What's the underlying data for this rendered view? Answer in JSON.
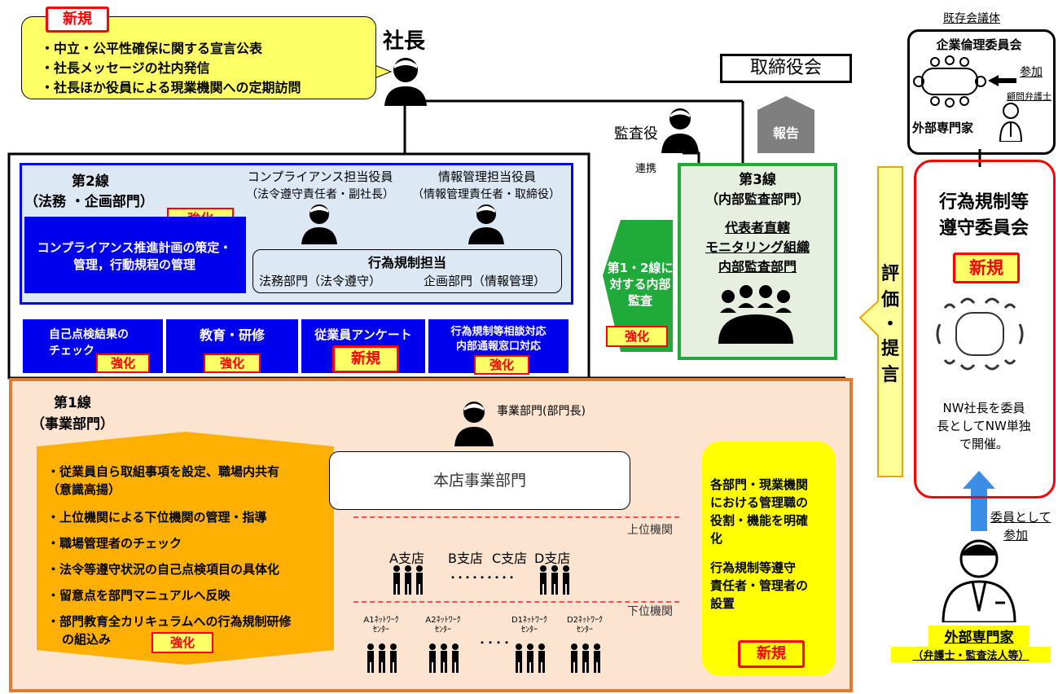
{
  "callout": {
    "tag": "新規",
    "lines": [
      "・中立・公平性確保に関する宣言公表",
      "・社長メッセージの社内発信",
      "・社長ほか役員による現業機関への定期訪問"
    ]
  },
  "president": "社長",
  "board": "取締役会",
  "report": "報告",
  "auditor": "監査役",
  "renkei": "連携",
  "line2": {
    "title": "第2線",
    "subtitle": "（法務 ・企画部門）",
    "tag": "強化",
    "box_text": "コンプライアンス推進計画の策定・管理，行動規程の管理",
    "officer1_l1": "コンプライアンス担当役員",
    "officer1_l2": "（法令遵守責任者・副社長）",
    "officer2_l1": "情報管理担当役員",
    "officer2_l2": "（情報管理責任者・取締役）",
    "reg_title": "行為規制担当",
    "dept1": "法務部門（法令遵守）",
    "dept2": "企画部門（情報管理）"
  },
  "blue_boxes": [
    {
      "l1": "自己点検結果の",
      "l2": "チェック",
      "tag": "強化"
    },
    {
      "l1": "教育・研修",
      "l2": "",
      "tag": "強化"
    },
    {
      "l1": "従業員アンケート",
      "l2": "",
      "tag": "新規"
    },
    {
      "l1": "行為規制等相談対応",
      "l2": "内部通報窓口対応",
      "tag": "強化"
    }
  ],
  "green_arrow": {
    "l1": "第1・2線に",
    "l2": "対する内部",
    "l3": "監査",
    "tag": "強化"
  },
  "line3": {
    "title": "第3線",
    "subtitle": "（内部監査部門）",
    "l1": "代表者直轄",
    "l2": "モニタリング組織",
    "l3": "内部監査部門"
  },
  "eval_arrow": [
    "評",
    "価",
    "・",
    "提",
    "言"
  ],
  "existing": {
    "caption": "既存会議体",
    "committee": "企業倫理委員会",
    "join": "参加",
    "advisor": "顧問弁護士",
    "expert": "外部専門家"
  },
  "compliance_committee": {
    "title_l1": "行為規制等",
    "title_l2": "遵守委員会",
    "tag": "新規",
    "desc_l1": "NW社長を委員",
    "desc_l2": "長としてNW単独",
    "desc_l3": "で開催。"
  },
  "member_join": {
    "l1": "委員として",
    "l2": "参加"
  },
  "outside_expert": {
    "name": "外部専門家",
    "sub": "（弁護士・監査法人等）"
  },
  "line1": {
    "title": "第1線",
    "subtitle": "（事業部門）",
    "items": [
      "・従業員自ら取組事項を設定、職場内共有",
      "（意識高揚）",
      "・上位機関による下位機関の管理・指導",
      "・職場管理者のチェック",
      "・法令等遵守状況の自己点検項目の具体化",
      "・留意点を部門マニュアルへ反映",
      "・部門教育全カリキュラムへの行為規制研修",
      "の組込み"
    ],
    "tag": "強化",
    "manager": "事業部門(部門長)",
    "hq": "本店事業部門",
    "upper": "上位機関",
    "lower": "下位機関",
    "branches": [
      "A支店",
      "B支店",
      "C支店",
      "D支店"
    ],
    "dots1": "・・・・・・・・・",
    "centers": [
      {
        "l1": "A1ﾈｯﾄﾜｰｸ",
        "l2": "ｾﾝﾀｰ"
      },
      {
        "l1": "A2ﾈｯﾄﾜｰｸ",
        "l2": "ｾﾝﾀｰ"
      },
      {
        "l1": "D1ﾈｯﾄﾜｰｸ",
        "l2": "ｾﾝﾀｰ"
      },
      {
        "l1": "D2ﾈｯﾄﾜｰｸ",
        "l2": "ｾﾝﾀｰ"
      }
    ],
    "dots2": "・・・・",
    "yellow_l1": "各部門・現業機関",
    "yellow_l2": "における管理職の",
    "yellow_l3": "役割・機能を明確",
    "yellow_l4": "化",
    "yellow_l5": "行為規制等遵守",
    "yellow_l6": "責任者・管理者の",
    "yellow_l7": "設置",
    "yellow_tag": "新規"
  },
  "colors": {
    "blue": "#0000ee",
    "green": "#1faa3a",
    "orange": "#ffb000",
    "red": "#ff0000",
    "yellow": "#ffff66"
  }
}
